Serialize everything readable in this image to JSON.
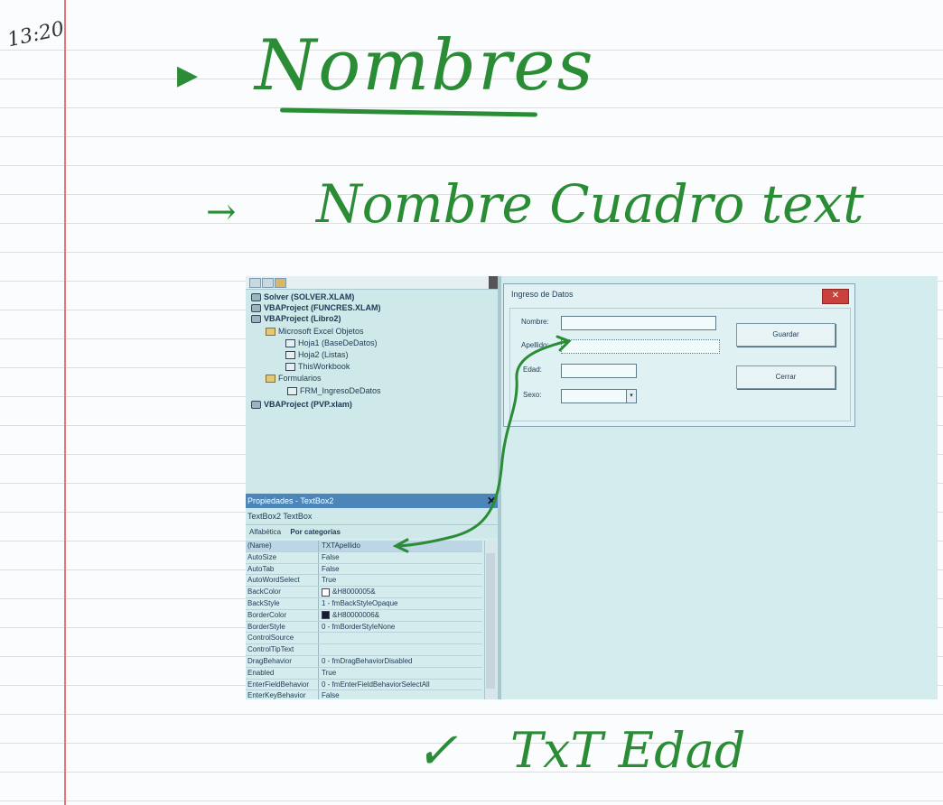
{
  "notes": {
    "time": "13:20",
    "title": "Nombres",
    "subtitle": "Nombre Cuadro text",
    "bottom": "TxT Edad",
    "check": "✓",
    "bullet": "▶",
    "arrow": "→",
    "ink_color": "#2a8c35"
  },
  "project_tree": [
    {
      "label": "Solver (SOLVER.XLAM)",
      "bold": true,
      "icon": "vba-icon"
    },
    {
      "label": "VBAProject (FUNCRES.XLAM)",
      "bold": true,
      "icon": "vba-icon"
    },
    {
      "label": "VBAProject (Libro2)",
      "bold": true,
      "icon": "vba-icon"
    },
    {
      "label": "Microsoft Excel Objetos",
      "bold": false,
      "icon": "folder-icon"
    },
    {
      "label": "Hoja1 (BaseDeDatos)",
      "bold": false,
      "icon": "sheet-icon"
    },
    {
      "label": "Hoja2 (Listas)",
      "bold": false,
      "icon": "sheet-icon"
    },
    {
      "label": "ThisWorkbook",
      "bold": false,
      "icon": "workbook-icon"
    },
    {
      "label": "Formularios",
      "bold": false,
      "icon": "folder-icon"
    },
    {
      "label": "FRM_IngresoDeDatos",
      "bold": false,
      "icon": "form-icon"
    },
    {
      "label": "VBAProject (PVP.xlam)",
      "bold": true,
      "icon": "vba-icon"
    }
  ],
  "properties": {
    "title": "Propiedades - TextBox2",
    "close": "✕",
    "object": "TextBox2 TextBox",
    "tabs": [
      "Alfabética",
      "Por categorías"
    ],
    "rows": [
      {
        "name": "(Name)",
        "value": "TXTApellido"
      },
      {
        "name": "AutoSize",
        "value": "False"
      },
      {
        "name": "AutoTab",
        "value": "False"
      },
      {
        "name": "AutoWordSelect",
        "value": "True"
      },
      {
        "name": "BackColor",
        "value": "&H8000005&"
      },
      {
        "name": "BackStyle",
        "value": "1 - fmBackStyleOpaque"
      },
      {
        "name": "BorderColor",
        "value": "&H80000006&"
      },
      {
        "name": "BorderStyle",
        "value": "0 - fmBorderStyleNone"
      },
      {
        "name": "ControlSource",
        "value": ""
      },
      {
        "name": "ControlTipText",
        "value": ""
      },
      {
        "name": "DragBehavior",
        "value": "0 - fmDragBehaviorDisabled"
      },
      {
        "name": "Enabled",
        "value": "True"
      },
      {
        "name": "EnterFieldBehavior",
        "value": "0 - fmEnterFieldBehaviorSelectAll"
      },
      {
        "name": "EnterKeyBehavior",
        "value": "False"
      }
    ]
  },
  "form": {
    "title": "Ingreso de Datos",
    "close": "✕",
    "nombre_label": "Nombre:",
    "apellido_label": "Apellido:",
    "edad_label": "Edad:",
    "sexo_label": "Sexo:",
    "dropdown_arrow": "▾",
    "guardar": "Guardar",
    "cerrar": "Cerrar"
  }
}
